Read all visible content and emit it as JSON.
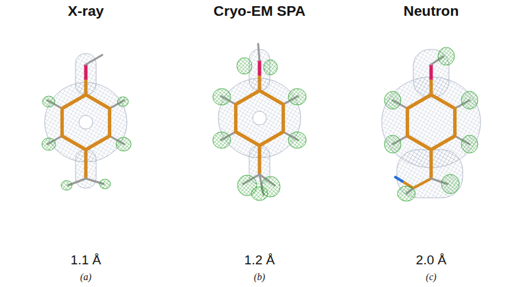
{
  "diagram": {
    "labels": [
      "X-ray",
      "Cryo-EM SPA",
      "Neutron",
      "1.1 Å",
      "1.2 Å",
      "2.0 Å",
      "(a)",
      "(b)",
      "(c)"
    ]
  }
}
